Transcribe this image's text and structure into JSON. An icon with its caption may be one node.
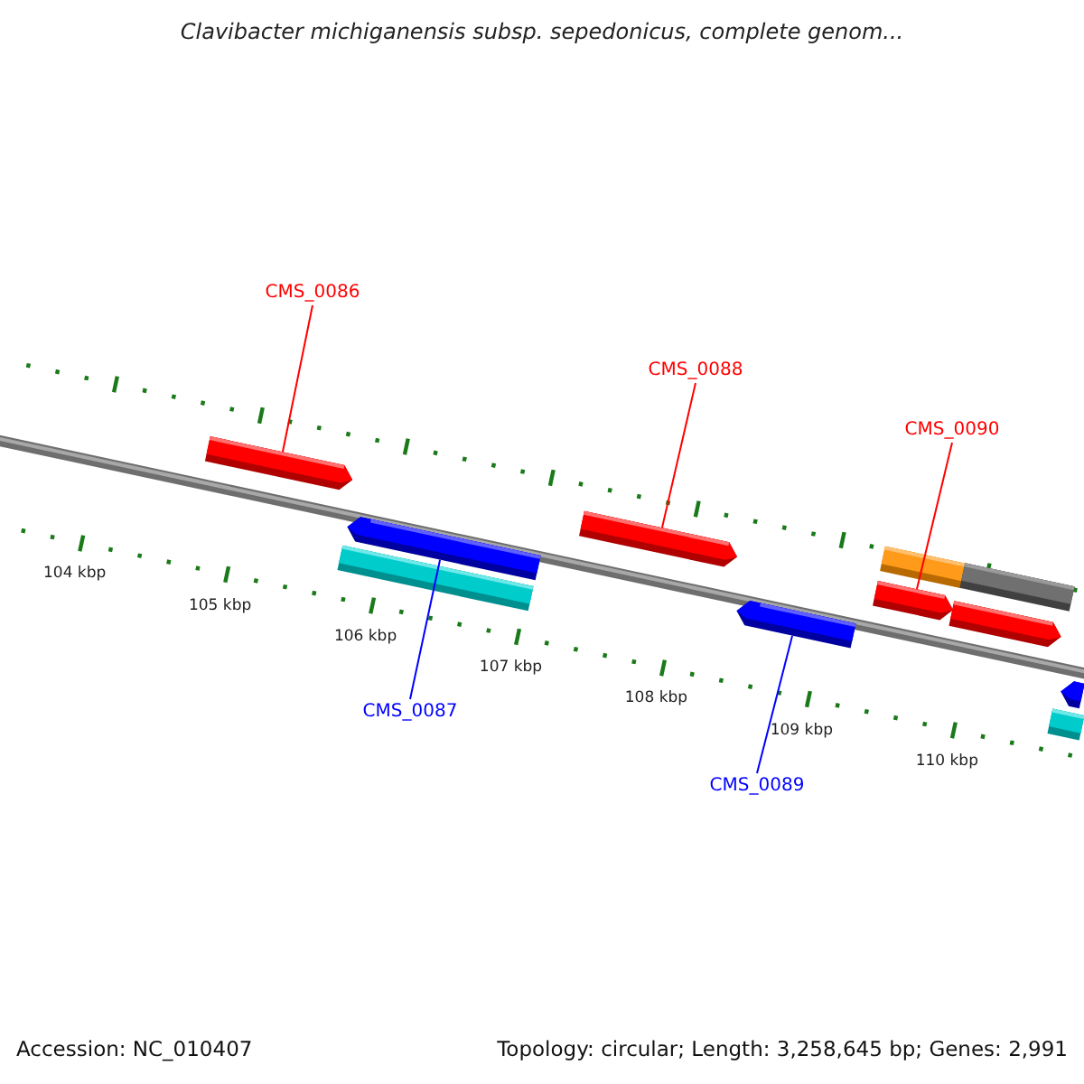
{
  "diagram": {
    "title": "Clavibacter michiganensis subsp. sepedonicus, complete genom...",
    "nodes": [
      {
        "text": [
          "CMS_0086"
        ]
      },
      {
        "text": [
          "CMS_0088"
        ]
      },
      {
        "text": [
          "CMS_0090"
        ]
      },
      {
        "text": [],
        "shape": "pentagon"
      },
      {
        "text": [],
        "shape": "pentagon"
      },
      {
        "text": [],
        "shape": "bar"
      },
      {
        "text": [],
        "shape": "pentagon"
      },
      {
        "text": [],
        "shape": "pentagon"
      },
      {
        "text": [],
        "shape": "bar"
      },
      {
        "text": [],
        "shape": "bar"
      },
      {
        "text": [],
        "shape": "pentagon"
      },
      {
        "text": [],
        "shape": "pentagon"
      },
      {
        "text": [],
        "shape": "pentagon"
      },
      {
        "text": [],
        "shape": "bar"
      },
      {
        "text": [
          "CMS_0087"
        ]
      },
      {
        "text": [
          "CMS_0089"
        ]
      }
    ],
    "edges": [
      {
        "from": 0,
        "to": 3,
        "arrow": "none"
      },
      {
        "from": 1,
        "to": 6,
        "arrow": "none"
      },
      {
        "from": 2,
        "to": 10,
        "arrow": "none"
      },
      {
        "from": 14,
        "to": 4,
        "arrow": "none",
        "color": "#0000ff"
      },
      {
        "from": 15,
        "to": 7,
        "arrow": "none",
        "color": "#0000ff"
      }
    ],
    "labels": [
      "104 kbp",
      "105 kbp",
      "106 kbp",
      "107 kbp",
      "108 kbp",
      "109 kbp",
      "110 kbp",
      "Accession: NC_010407",
      "Topology: circular; Length: 3,258,645 bp; Genes: 2,991"
    ]
  }
}
